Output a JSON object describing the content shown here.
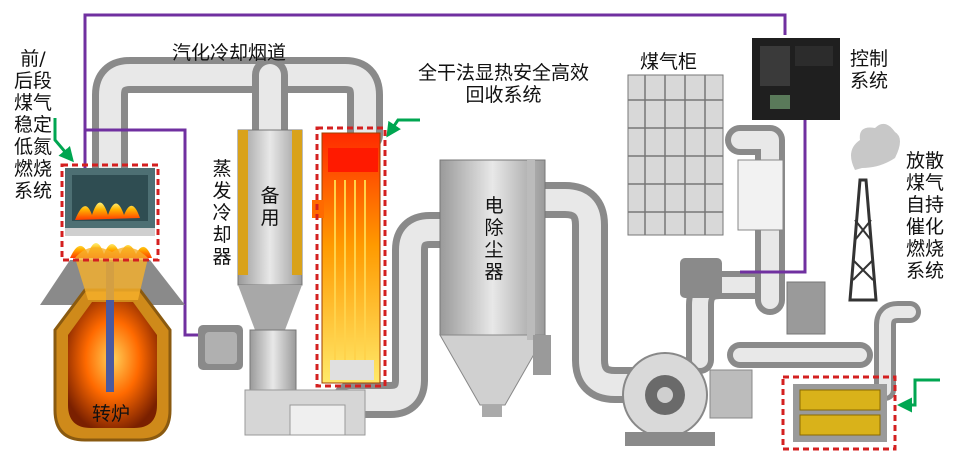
{
  "labels": {
    "converter_gas": [
      "前/",
      "后段",
      "煤气",
      "稳定",
      "低氮",
      "燃烧",
      "系统"
    ],
    "flue": "汽化冷却烟道",
    "recovery": [
      "全干法显热安全高效",
      "回收系统"
    ],
    "gas_holder": "煤气柜",
    "control": [
      "控制",
      "系统"
    ],
    "evap": [
      "蒸",
      "发",
      "冷",
      "却",
      "器"
    ],
    "standby": [
      "备",
      "用"
    ],
    "precipitator": [
      "电",
      "除",
      "尘",
      "器"
    ],
    "flare": [
      "放散",
      "煤气",
      "自持",
      "催化",
      "燃烧",
      "系统"
    ],
    "converter": "转炉"
  },
  "colors": {
    "pipe": "#b8b8b8",
    "control_line": "#7030a0",
    "highlight_box": "#d42020",
    "arrow": "#00a651"
  }
}
